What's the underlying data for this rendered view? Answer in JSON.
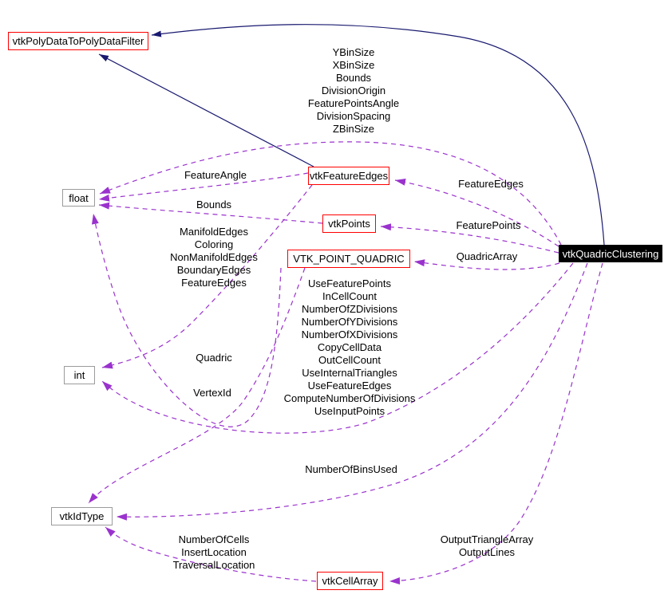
{
  "diagram": {
    "kind": "collaboration-graph",
    "colors": {
      "inheritance_edge": "#191970",
      "usage_edge": "#9a32cd",
      "class_border": "#ff0000",
      "type_border": "#9b9b9b",
      "focus_background": "#000000",
      "focus_text": "#ffffff"
    },
    "nodes": [
      {
        "id": "vtkPolyDataToPolyDataFilter",
        "label": "vtkPolyDataToPolyDataFilter",
        "style": "class"
      },
      {
        "id": "float",
        "label": "float",
        "style": "type"
      },
      {
        "id": "vtkFeatureEdges",
        "label": "vtkFeatureEdges",
        "style": "class"
      },
      {
        "id": "vtkPoints",
        "label": "vtkPoints",
        "style": "class"
      },
      {
        "id": "VTK_POINT_QUADRIC",
        "label": "VTK_POINT_QUADRIC",
        "style": "class"
      },
      {
        "id": "vtkQuadricClustering",
        "label": "vtkQuadricClustering",
        "style": "focus"
      },
      {
        "id": "int",
        "label": "int",
        "style": "type"
      },
      {
        "id": "vtkIdType",
        "label": "vtkIdType",
        "style": "type"
      },
      {
        "id": "vtkCellArray",
        "label": "vtkCellArray",
        "style": "class"
      }
    ],
    "edges": [
      {
        "from": "vtkQuadricClustering",
        "to": "vtkPolyDataToPolyDataFilter",
        "type": "inheritance",
        "label": ""
      },
      {
        "from": "vtkFeatureEdges",
        "to": "vtkPolyDataToPolyDataFilter",
        "type": "inheritance",
        "label": ""
      },
      {
        "from": "vtkQuadricClustering",
        "to": "float",
        "type": "usage",
        "label": "YBinSize\nXBinSize\nBounds\nDivisionOrigin\nFeaturePointsAngle\nDivisionSpacing\nZBinSize"
      },
      {
        "from": "vtkFeatureEdges",
        "to": "float",
        "type": "usage",
        "label": "FeatureAngle"
      },
      {
        "from": "vtkPoints",
        "to": "float",
        "type": "usage",
        "label": "Bounds"
      },
      {
        "from": "vtkFeatureEdges",
        "to": "int",
        "type": "usage",
        "label": "ManifoldEdges\nColoring\nNonManifoldEdges\nBoundaryEdges\nFeatureEdges"
      },
      {
        "from": "vtkQuadricClustering",
        "to": "vtkFeatureEdges",
        "type": "usage",
        "label": "FeatureEdges"
      },
      {
        "from": "vtkQuadricClustering",
        "to": "vtkPoints",
        "type": "usage",
        "label": "FeaturePoints"
      },
      {
        "from": "vtkQuadricClustering",
        "to": "VTK_POINT_QUADRIC",
        "type": "usage",
        "label": "QuadricArray"
      },
      {
        "from": "vtkQuadricClustering",
        "to": "int",
        "type": "usage",
        "label": "UseFeaturePoints\nInCellCount\nNumberOfZDivisions\nNumberOfYDivisions\nNumberOfXDivisions\nCopyCellData\nOutCellCount\nUseInternalTriangles\nUseFeatureEdges\nComputeNumberOfDivisions\nUseInputPoints"
      },
      {
        "from": "VTK_POINT_QUADRIC",
        "to": "float",
        "type": "usage",
        "label": "Quadric"
      },
      {
        "from": "VTK_POINT_QUADRIC",
        "to": "vtkIdType",
        "type": "usage",
        "label": "VertexId"
      },
      {
        "from": "vtkQuadricClustering",
        "to": "vtkIdType",
        "type": "usage",
        "label": "NumberOfBinsUsed"
      },
      {
        "from": "vtkCellArray",
        "to": "vtkIdType",
        "type": "usage",
        "label": "NumberOfCells\nInsertLocation\nTraversalLocation"
      },
      {
        "from": "vtkQuadricClustering",
        "to": "vtkCellArray",
        "type": "usage",
        "label": "OutputTriangleArray\nOutputLines"
      }
    ]
  }
}
